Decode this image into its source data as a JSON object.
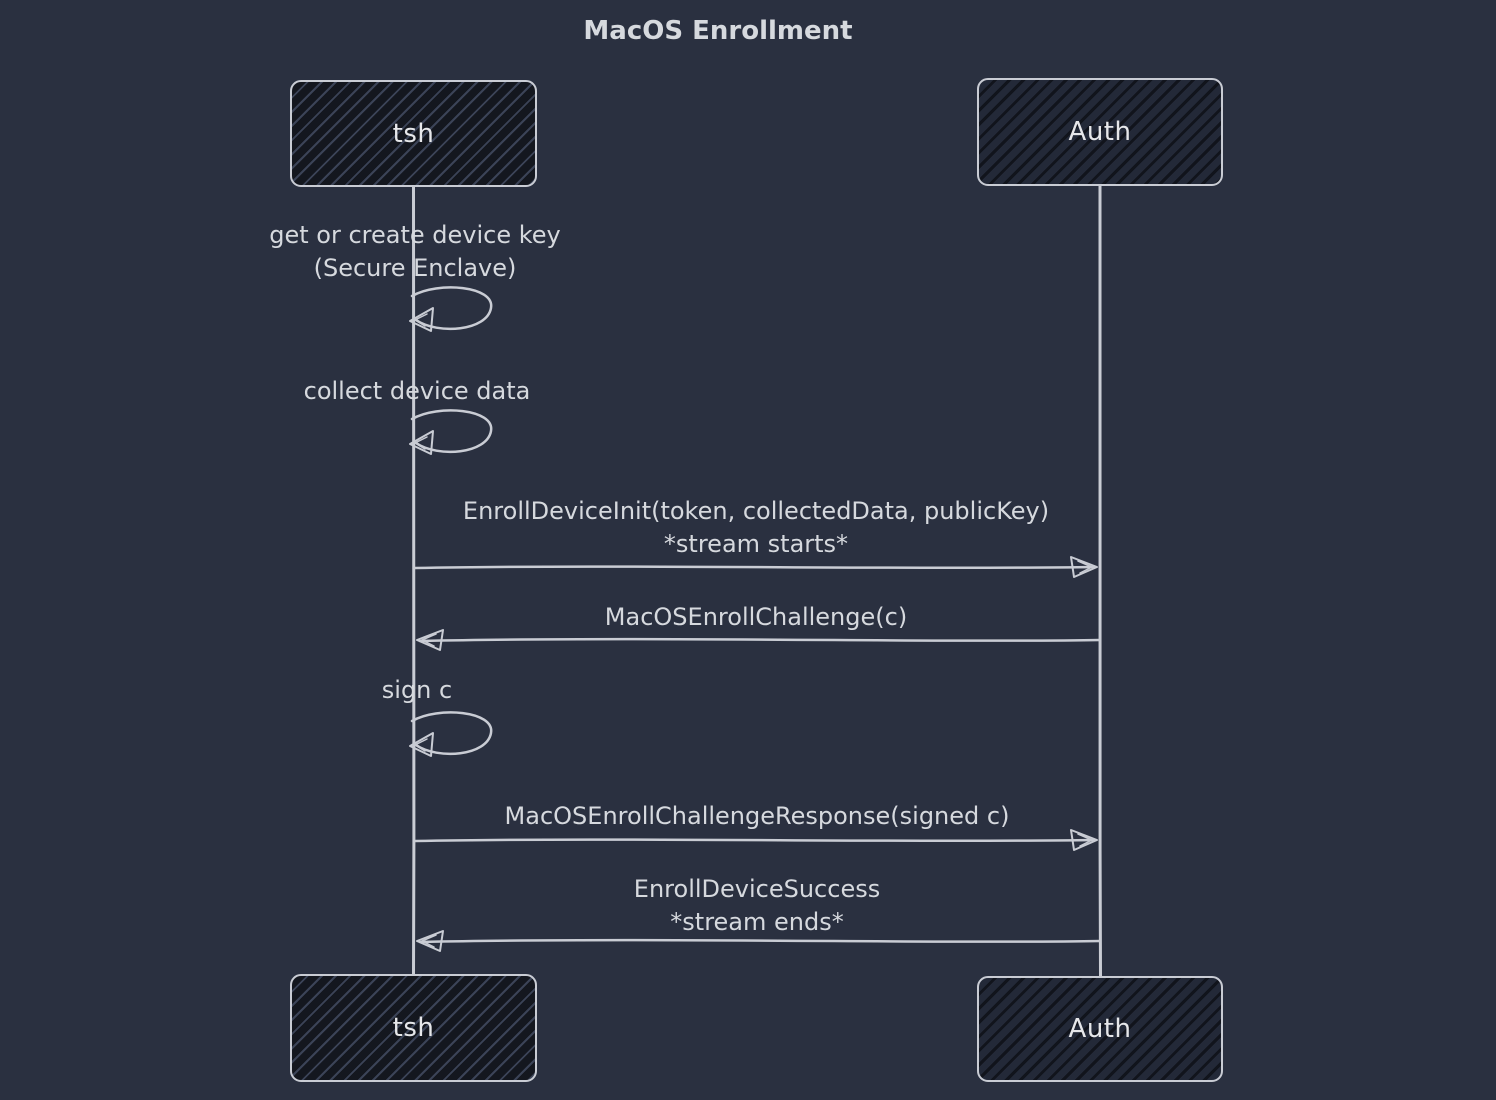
{
  "title": "MacOS Enrollment",
  "actors": {
    "left": "tsh",
    "right": "Auth"
  },
  "self_messages": [
    {
      "line1": "get or create device key",
      "line2": "(Secure Enclave)"
    },
    {
      "line1": "collect device data"
    },
    {
      "line1": "sign c"
    }
  ],
  "messages": [
    {
      "from": "tsh",
      "to": "Auth",
      "line1": "EnrollDeviceInit(token, collectedData, publicKey)",
      "line2": "*stream starts*"
    },
    {
      "from": "Auth",
      "to": "tsh",
      "line1": "MacOSEnrollChallenge(c)"
    },
    {
      "from": "tsh",
      "to": "Auth",
      "line1": "MacOSEnrollChallengeResponse(signed c)"
    },
    {
      "from": "Auth",
      "to": "tsh",
      "line1": "EnrollDeviceSuccess",
      "line2": "*stream ends*"
    }
  ],
  "colors": {
    "background": "#2a3040",
    "stroke": "#c9ccd4",
    "text": "#d6d9de",
    "actor_text": "#e6e7ea",
    "actor_fill_dark": "#14171f",
    "actor_hatch_light": "#3b4357",
    "actor_fill_light": "#232938",
    "actor_hatch_dark": "#11141c"
  }
}
